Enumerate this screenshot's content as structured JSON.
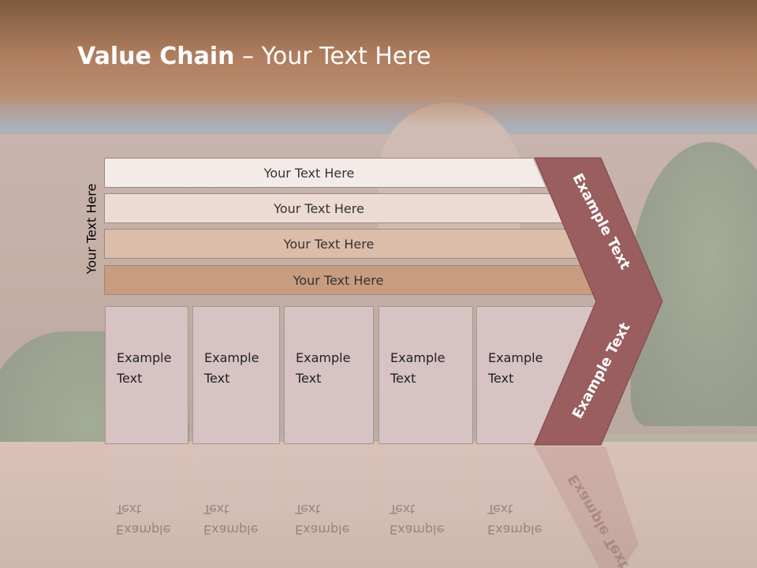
{
  "slide": {
    "title_bold": "Value Chain",
    "title_rest": " – Your Text Here",
    "vertical_label": "Your Text Here",
    "bars": [
      "Your Text Here",
      "Your Text Here",
      "Your Text Here",
      "Your Text Here"
    ],
    "cards": [
      {
        "line1": "Example",
        "line2": "Text"
      },
      {
        "line1": "Example",
        "line2": "Text"
      },
      {
        "line1": "Example",
        "line2": "Text"
      },
      {
        "line1": "Example",
        "line2": "Text"
      },
      {
        "line1": "Example",
        "line2": "Text"
      }
    ],
    "chevron_top_text": "Example Text",
    "chevron_bottom_text": "Example Text"
  },
  "colors": {
    "chevron": "#9a5e5f",
    "bar1": "#f3ebe7",
    "bar2": "#ecdbd2",
    "bar3": "#dcbda9",
    "bar4": "#c89c7e",
    "card": "#d7c3c4",
    "title": "#ffffff"
  }
}
